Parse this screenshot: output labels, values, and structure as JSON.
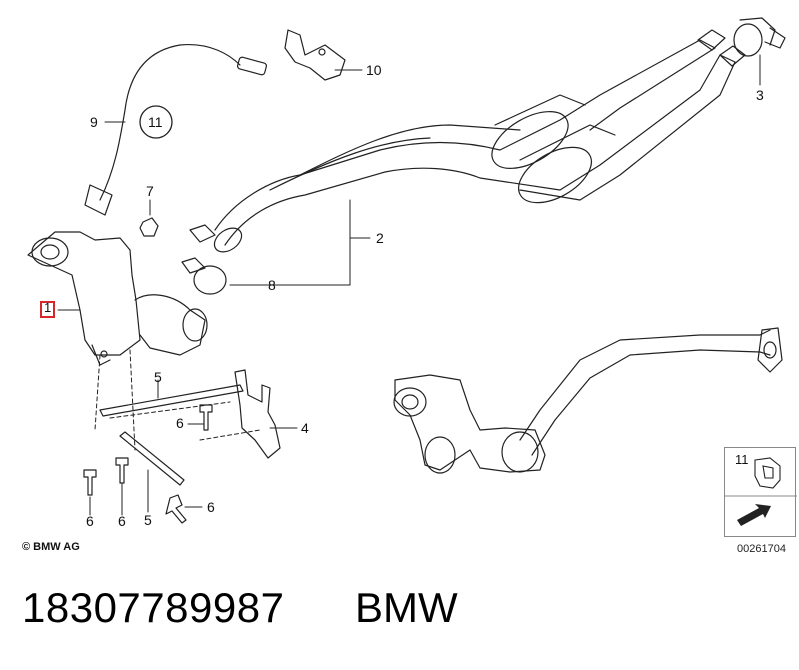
{
  "callouts": {
    "c1": "1",
    "c2": "2",
    "c3": "3",
    "c4": "4",
    "c5a": "5",
    "c5b": "5",
    "c6a": "6",
    "c6b": "6",
    "c6c": "6",
    "c6d": "6",
    "c7": "7",
    "c8": "8",
    "c9": "9",
    "c10": "10",
    "c11": "11"
  },
  "inset": {
    "label": "11"
  },
  "footer": {
    "copyright": "© BMW AG",
    "doc_id": "00261704"
  },
  "product": {
    "part_number": "18307789987",
    "brand": "BMW"
  },
  "colors": {
    "highlight": "#d9262b",
    "line": "#222222"
  }
}
